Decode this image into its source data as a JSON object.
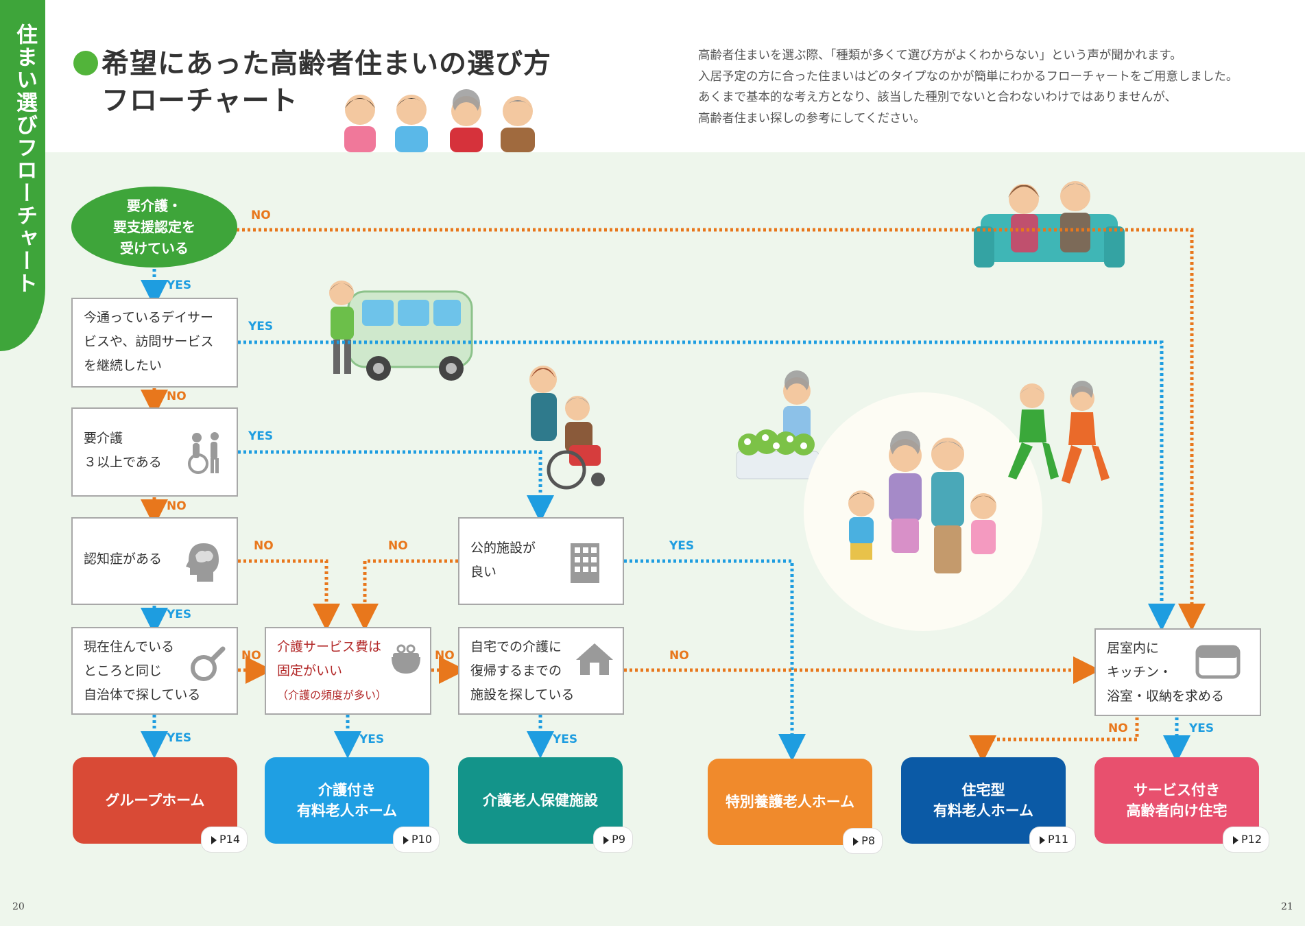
{
  "sidebar_tab": "住まい選びフローチャート",
  "title": {
    "line1": "希望にあった高齢者住まいの選び方",
    "line2": "フローチャート"
  },
  "intro": [
    "高齢者住まいを選ぶ際、「種類が多くて選び方がよくわからない」という声が聞かれます。",
    "入居予定の方に合った住まいはどのタイプなのかが簡単にわかるフローチャートをご用意しました。",
    "あくまで基本的な考え方となり、該当した種別でないと合わないわけではありませんが、",
    "高齢者住まい探しの参考にしてください。"
  ],
  "nodes": {
    "start": [
      "要介護・",
      "要支援認定を",
      "受けている"
    ],
    "q_dayservice": [
      "今通っているデイサー",
      "ビスや、訪問サービス",
      "を継続したい"
    ],
    "q_care3": [
      "要介護",
      "３以上である"
    ],
    "q_dementia": [
      "認知症がある"
    ],
    "q_public": [
      "公的施設が",
      "良い"
    ],
    "q_local": [
      "現在住んでいる",
      "ところと同じ",
      "自治体で探している"
    ],
    "q_fixedcost": [
      "介護サービス費は",
      "固定がいい",
      "（介護の頻度が多い）"
    ],
    "q_return": [
      "自宅での介護に",
      "復帰するまでの",
      "施設を探している"
    ],
    "q_kitchen": [
      "居室内に",
      "キッチン・",
      "浴室・収納を求める"
    ]
  },
  "results": [
    {
      "name": "グループホーム",
      "page": "P14",
      "color": "#d94a36"
    },
    {
      "name": "介護付き\n有料老人ホーム",
      "page": "P10",
      "color": "#1f9fe3"
    },
    {
      "name": "介護老人保健施設",
      "page": "P9",
      "color": "#13948a"
    },
    {
      "name": "特別養護老人ホーム",
      "page": "P8",
      "color": "#f08a2c"
    },
    {
      "name": "住宅型\n有料老人ホーム",
      "page": "P11",
      "color": "#0b5aa6"
    },
    {
      "name": "サービス付き\n高齢者向け住宅",
      "page": "P12",
      "color": "#e8506e"
    }
  ],
  "labels": {
    "yes": "YES",
    "no": "NO"
  },
  "colors": {
    "no_path": "#e8771c",
    "yes_path": "#1e9de0",
    "green": "#3ea53a"
  },
  "page_numbers": {
    "left": "20",
    "right": "21"
  }
}
